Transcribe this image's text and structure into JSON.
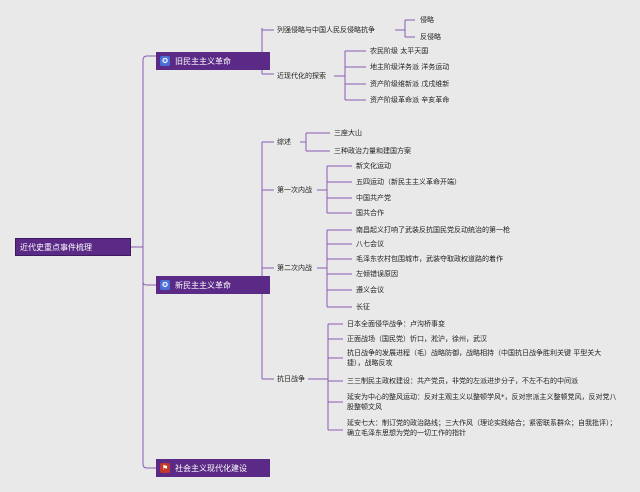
{
  "root": "近代史重点事件梳理",
  "icons": {
    "blue": "#4a6fd8",
    "red": "#c0392b",
    "brand": "#5b2a86",
    "line": "#8a5bb4"
  },
  "b1": {
    "title": "旧民主主义革命",
    "g1": {
      "label": "列强侵略与中国人民反侵略抗争",
      "items": [
        "侵略",
        "反侵略"
      ]
    },
    "g2": {
      "label": "近现代化的探索",
      "items": [
        "农民阶级 太平天国",
        "地主阶级洋务派 洋务运动",
        "资产阶级维新派 戊戌维新",
        "资产阶级革命派 辛亥革命"
      ]
    }
  },
  "b2": {
    "title": "新民主主义革命",
    "g1": {
      "label": "综述",
      "items": [
        "三座大山",
        "三种政治力量和建国方案"
      ]
    },
    "g2": {
      "label": "第一次内战",
      "items": [
        "新文化运动",
        "五四运动（新民主主义革命开端）",
        "中国共产党",
        "国共合作"
      ]
    },
    "g3": {
      "label": "第二次内战",
      "items": [
        "南昌起义打响了武装反抗国民党反动统治的第一枪",
        "八七会议",
        "毛泽东农村包围城市，武装夺取政权道路的着作",
        "左倾错误原因",
        "遵义会议",
        "长征"
      ]
    },
    "g4": {
      "label": "抗日战争",
      "items": [
        "日本全面侵华战争：卢沟桥事变",
        "正面战场（国民党）忻口，淞沪，徐州，武汉",
        "抗日战争的发展进程（毛）战略防御，战略相持（中国抗日战争胜利关键 平型关大捷），战略反攻",
        "三三制民主政权建设：共产党员，非党的左派进步分子，不左不右的中间派",
        "延安为中心的整风运动：反对主观主义以整顿学风*，反对宗派主义整顿党风，反对党八股整顿文风",
        "延安七大：制订党的政治路线；三大作风（理论实践结合；紧密联系群众；自我批评）；确立毛泽东思想为党的一切工作的指针"
      ]
    }
  },
  "b3": {
    "title": "社会主义现代化建设"
  }
}
